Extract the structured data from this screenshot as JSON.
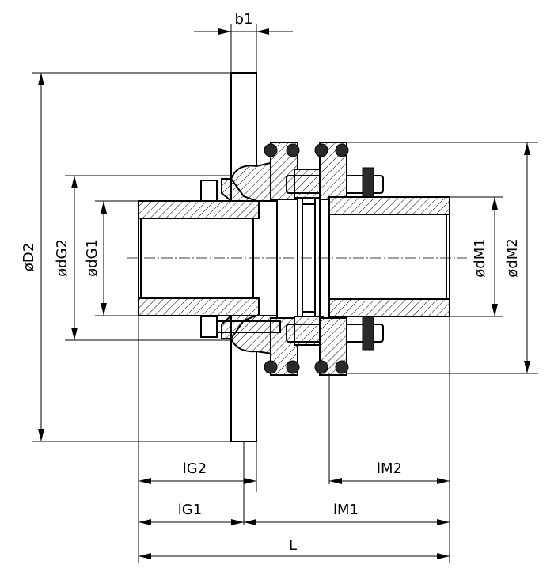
{
  "labels": {
    "b1": "b1",
    "D2": "øD2",
    "dG2": "ødG2",
    "dG1": "ødG1",
    "dM1": "ødM1",
    "dM2": "ødM2",
    "lG2": "lG2",
    "lM2": "lM2",
    "lG1": "lG1",
    "lM1": "lM1",
    "L": "L"
  }
}
